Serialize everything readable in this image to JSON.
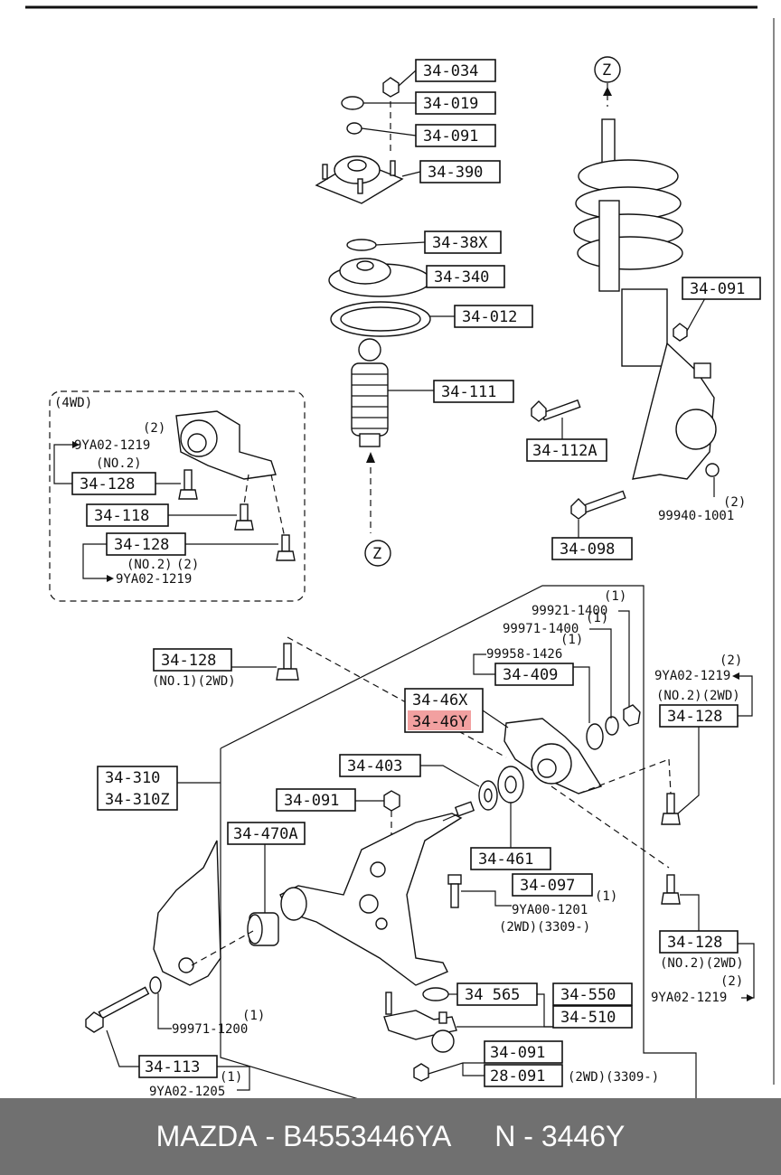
{
  "labels": {
    "p34_034": "34-034",
    "p34_019": "34-019",
    "p34_091_top": "34-091",
    "p34_390": "34-390",
    "p34_38X": "34-38X",
    "p34_340": "34-340",
    "p34_012": "34-012",
    "p34_111": "34-111",
    "p34_091_right": "34-091",
    "p34_112A": "34-112A",
    "p34_098": "34-098",
    "p99940": "99940-1001",
    "qty_99940": "(2)",
    "z_top": "Z",
    "z_bottom": "Z",
    "fwd_title": "(4WD)",
    "fwd_9ya_top": "9YA02-1219",
    "fwd_qty_top": "(2)",
    "fwd_no2_top": "(NO.2)",
    "fwd_34_128_top": "34-128",
    "fwd_34_118": "34-118",
    "fwd_34_128_bot": "34-128",
    "fwd_no2_bot": "(NO.2)",
    "fwd_qty_bot": "(2)",
    "fwd_9ya_bot": "9YA02-1219",
    "p34_128_left": "34-128",
    "no1_2wd": "(NO.1)(2WD)",
    "p99921": "99921-1400",
    "qty_99921": "(1)",
    "p99971_1400": "99971-1400",
    "qty_99971_1400": "(1)",
    "p99958": "99958-1426",
    "qty_99958": "(1)",
    "p34_409": "34-409",
    "p34_46X": "34-46X",
    "p34_46Y": "34-46Y",
    "r_9ya_top": "9YA02-1219",
    "r_qty_top": "(2)",
    "r_no2_top": "(NO.2)(2WD)",
    "r_34_128_top": "34-128",
    "p34_403": "34-403",
    "p34_310": "34-310",
    "p34_310Z": "34-310Z",
    "p34_091_mid": "34-091",
    "p34_470A": "34-470A",
    "p34_461": "34-461",
    "p34_097": "34-097",
    "qty_34_097": "(1)",
    "p9ya00": "9YA00-1201",
    "p2wd_3309_mid": "(2WD)(3309-)",
    "r_34_128_bot": "34-128",
    "r_no2_bot": "(NO.2)(2WD)",
    "r_qty_bot": "(2)",
    "r_9ya_bot": "9YA02-1219",
    "p34_565": "34 565",
    "p34_550": "34-550",
    "p34_510": "34-510",
    "p99971_1200": "99971-1200",
    "qty_99971_1200": "(1)",
    "p34_113": "34-113",
    "qty_34_113": "(1)",
    "p9ya02_1205": "9YA02-1205",
    "p34_091_bot": "34-091",
    "p28_091": "28-091",
    "p2wd_3309_bot": "(2WD)(3309-)"
  },
  "highlight_color": "#f2a0a0",
  "footer": {
    "brand": "MAZDA",
    "sep": " - ",
    "part_number": "B4553446YA",
    "ref_prefix": "N - ",
    "ref": "3446Y"
  }
}
